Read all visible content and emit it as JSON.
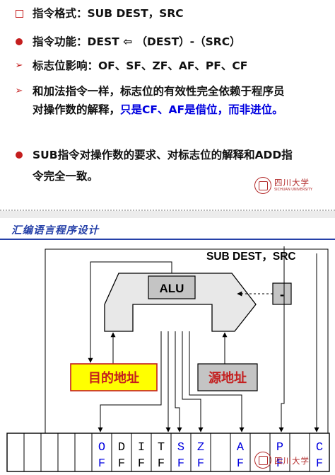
{
  "top_slide": {
    "bullets": [
      {
        "marker": "square",
        "text": "指令格式：SUB    DEST，SRC"
      },
      {
        "marker": "dot",
        "text": "指令功能：DEST  ⇦ （DEST）-（SRC）"
      },
      {
        "marker": "arrow",
        "text": "标志位影响：OF、SF、ZF、AF、PF、CF"
      },
      {
        "marker": "arrow",
        "line1": "和加法指令一样，标志位的有效性完全依赖于程序员",
        "line2_plain": "对操作数的解释，",
        "line2_highlight": "只是CF、AF是借位，而非进位。"
      },
      {
        "marker": "dot",
        "line1": "SUB指令对操作数的要求、对标志位的解释和ADD指",
        "line2": "令完全一致。"
      }
    ],
    "logo": {
      "cn": "四川大学",
      "en": "SICHUAN UNIVERSITY"
    }
  },
  "bottom_slide": {
    "course_title": "汇编语言程序设计",
    "instruction": "SUB    DEST，SRC",
    "alu_label": "ALU",
    "op_label": "-",
    "dest_label": "目的地址",
    "src_label": "源地址",
    "flags": [
      {
        "letter": "O",
        "sub": "F"
      },
      {
        "letter": "D",
        "sub": "F"
      },
      {
        "letter": "I",
        "sub": "F"
      },
      {
        "letter": "T",
        "sub": "F"
      },
      {
        "letter": "S",
        "sub": "F"
      },
      {
        "letter": "Z",
        "sub": "F"
      },
      {
        "letter": "",
        "sub": ""
      },
      {
        "letter": "A",
        "sub": "F"
      },
      {
        "letter": "",
        "sub": ""
      },
      {
        "letter": "P",
        "sub": "F"
      },
      {
        "letter": "",
        "sub": ""
      },
      {
        "letter": "C",
        "sub": "F"
      }
    ],
    "logo": {
      "cn": "四川大学"
    },
    "colors": {
      "red": "#c41e1e",
      "blue": "#0000e0",
      "yellow": "#ffff00",
      "title_blue": "#2540a8"
    }
  }
}
